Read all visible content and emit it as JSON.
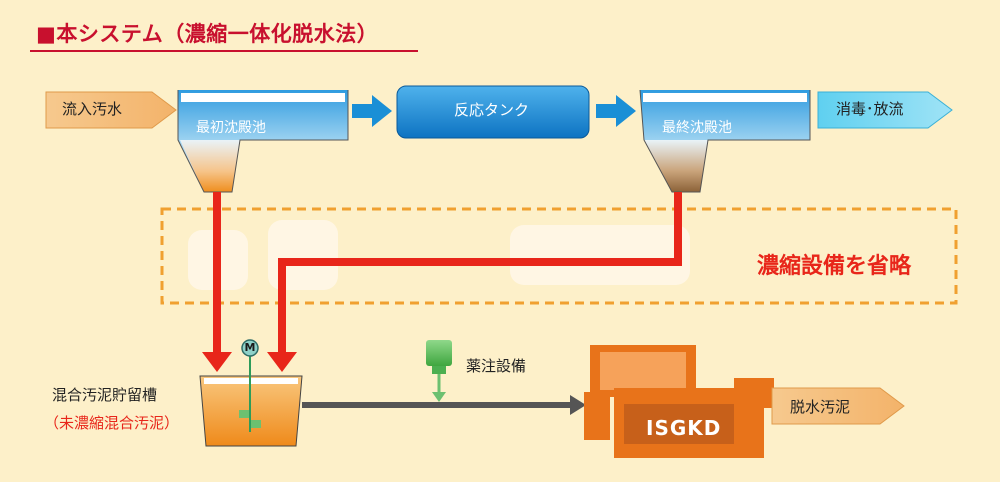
{
  "title": "■本システム（濃縮一体化脱水法）",
  "influent": "流入汚水",
  "primary_clarifier": "最初沈殿池",
  "reaction_tank": "反応タンク",
  "final_clarifier": "最終沈殿池",
  "effluent": "消毒･放流",
  "omitted_note": "濃縮設備を省略",
  "mixing_tank": {
    "label": "混合汚泥貯留槽",
    "sublabel": "（未濃縮混合汚泥）",
    "motor_label": "M"
  },
  "chemical_equipment": "薬注設備",
  "dewatering_machine": "ISGKD",
  "sludge_cake": "脱水汚泥",
  "colors": {
    "background": "#fdf0c9",
    "title_red": "#c8102e",
    "sludge_line_red": "#e8261a",
    "flow_blue": "#1a8fd6",
    "tank_orange": "#f39a2b",
    "machine_orange": "#e8731a",
    "dashed_box": "#f0a030",
    "chemical_green": "#5cb85c"
  }
}
